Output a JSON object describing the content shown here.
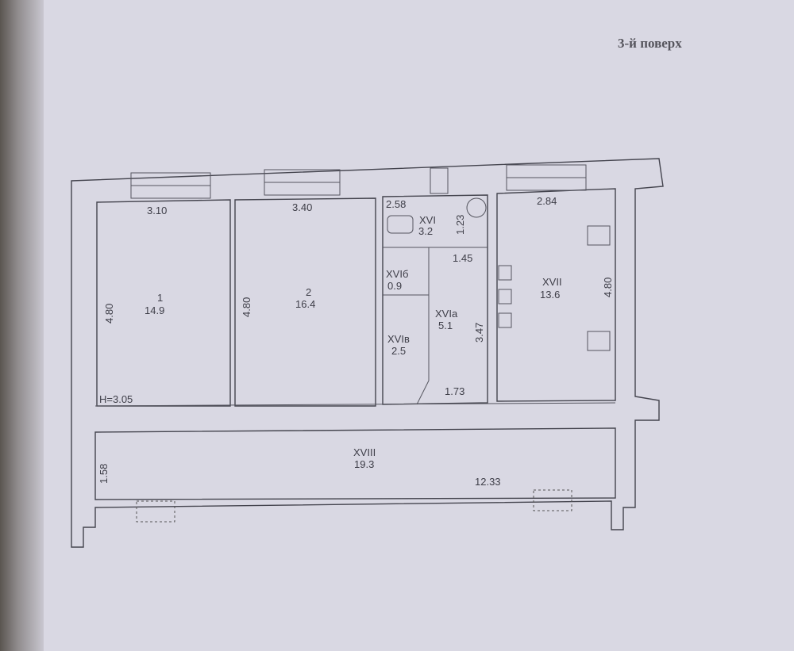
{
  "page_title": "3-й поверх",
  "ceiling_height": "H=3.05",
  "rooms": [
    {
      "id": "1",
      "area": "14.9",
      "width": "3.10",
      "depth": "4.80"
    },
    {
      "id": "2",
      "area": "16.4",
      "width": "3.40",
      "depth": "4.80"
    },
    {
      "id": "XVI",
      "area": "3.2",
      "width": "2.58",
      "depth": "1.23"
    },
    {
      "id": "XVIб",
      "area": "0.9"
    },
    {
      "id": "XVIa",
      "area": "5.1",
      "width": "1.45",
      "depth": "3.47",
      "bottom": "1.73"
    },
    {
      "id": "XVIв",
      "area": "2.5"
    },
    {
      "id": "XVII",
      "area": "13.6",
      "width": "2.84",
      "depth": "4.80"
    },
    {
      "id": "XVIII",
      "area": "19.3",
      "width": "12.33",
      "depth": "1.58"
    }
  ]
}
